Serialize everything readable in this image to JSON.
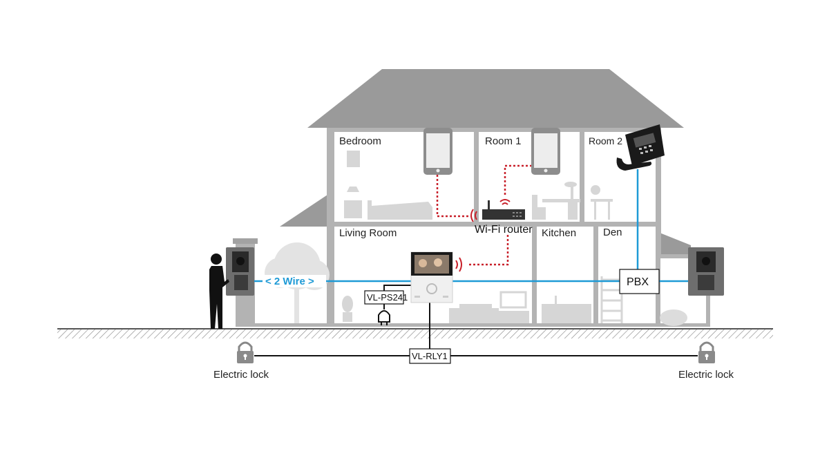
{
  "rooms": {
    "bedroom": "Bedroom",
    "room1": "Room 1",
    "room2": "Room 2",
    "living_room": "Living Room",
    "kitchen": "Kitchen",
    "den": "Den"
  },
  "devices": {
    "wifi_router": "Wi-Fi router",
    "power_supply": "VL-PS241",
    "relay": "VL-RLY1",
    "pbx": "PBX"
  },
  "wiring": {
    "two_wire": "< 2 Wire >"
  },
  "locks": {
    "left": "Electric lock",
    "right": "Electric lock"
  },
  "colors": {
    "house": "#b3b3b3",
    "roof": "#9a9a9a",
    "wire_blue": "#1e9ad6",
    "wifi_red": "#c8202a",
    "ground_line": "#555555"
  },
  "icons": [
    "smartphone-icon",
    "desk-phone-icon",
    "wifi-router-icon",
    "video-monitor-icon",
    "door-station-icon",
    "visitor-silhouette-icon",
    "padlock-icon",
    "plug-icon"
  ]
}
